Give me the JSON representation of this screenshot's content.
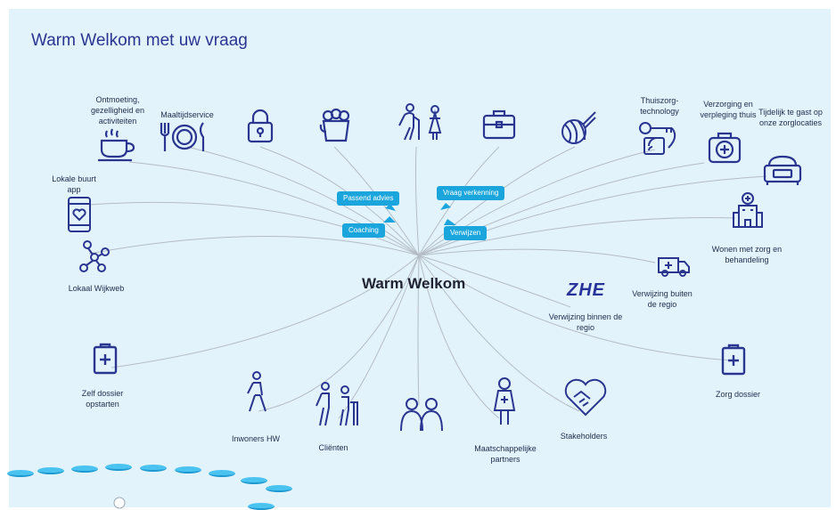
{
  "title": "Warm Welkom met uw vraag",
  "hub": "Warm Welkom",
  "colors": {
    "background": "#e3f3fc",
    "icon": "#29358f",
    "accent": "#1aa5dd",
    "line": "#b4bcc4"
  },
  "bubbles": {
    "passend_advies": "Passend advies",
    "vraag_verkenning": "Vraag verkenning",
    "coaching": "Coaching",
    "verwijzen": "Verwijzen"
  },
  "labels": {
    "ontmoeting": "Ontmoeting, gezelligheid en  activiteiten",
    "maaltijdservice": "Maaltijdservice",
    "buurt_app": "Lokale buurt app",
    "wijkweb": "Lokaal Wijkweb",
    "thuiszorg": "Thuiszorg-technology",
    "verzorging": "Verzorging en verpleging thuis",
    "tijdelijk": "Tijdelijk te gast op onze zorglocaties",
    "wonen": "Wonen met zorg en behandeling",
    "buiten_regio": "Verwijzing buiten de regio",
    "binnen_regio": "Verwijzing binnen de regio",
    "zelf_dossier": "Zelf dossier opstarten",
    "inwoners": "Inwoners HW",
    "clienten": "Cliënten",
    "maatschappelijk": "Maatschappelijke partners",
    "stakeholders": "Stakeholders",
    "zorg_dossier": "Zorg dossier",
    "zhe_logo": "ZHE"
  },
  "icons": [
    "coffee-cup-icon",
    "plate-cutlery-icon",
    "padlock-icon",
    "cleaning-bucket-icon",
    "elderly-people-icon",
    "briefcase-icon",
    "yarn-knitting-icon",
    "keys-smartphone-icon",
    "medical-kit-icon",
    "hospital-bed-icon",
    "hospital-building-icon",
    "ambulance-icon",
    "phone-heart-icon",
    "network-icon",
    "clipboard-cross-icon",
    "walking-person-icon",
    "walker-person-icon",
    "two-people-icon",
    "nurse-icon",
    "handshake-heart-icon"
  ]
}
